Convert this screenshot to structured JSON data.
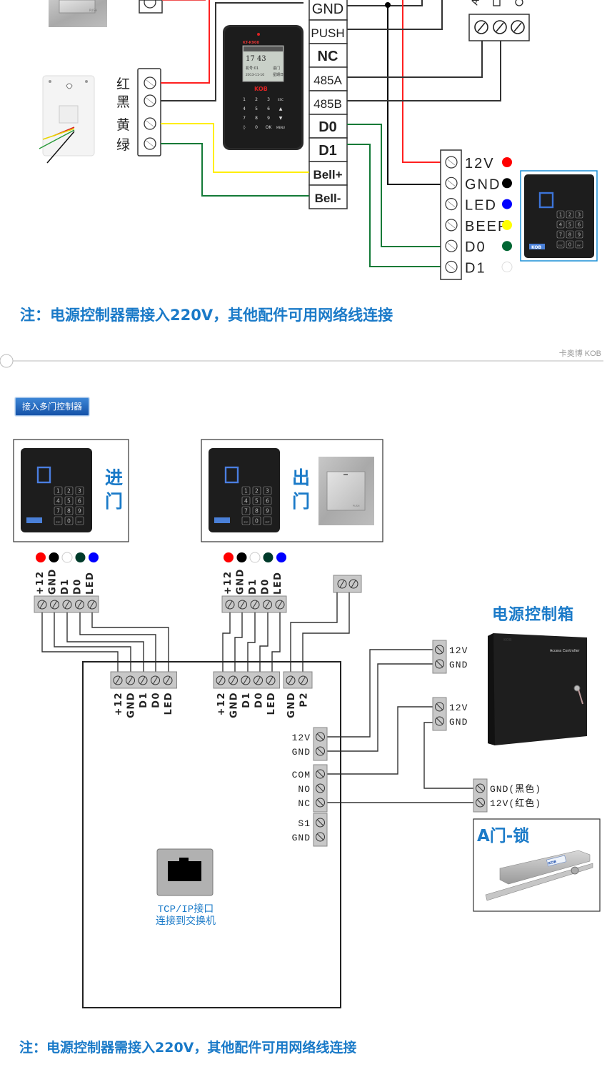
{
  "top_diagram": {
    "doorbell_wire_labels": [
      "红",
      "黑",
      "黄",
      "绿"
    ],
    "controller_terminals": [
      "GND",
      "PUSH",
      "NC",
      "485A",
      "485B",
      "D0",
      "D1",
      "Bell+",
      "Bell-"
    ],
    "rs485_labels": [
      "A",
      "B",
      "G"
    ],
    "reader_terminals": [
      {
        "label": "12V",
        "color": "#ff0000"
      },
      {
        "label": "GND",
        "color": "#000000"
      },
      {
        "label": "LED",
        "color": "#0000ff"
      },
      {
        "label": "BEEP",
        "color": "#ffff00"
      },
      {
        "label": "D0",
        "color": "#006633"
      },
      {
        "label": "D1",
        "color": "#ffffff"
      }
    ],
    "keypad_device": {
      "brand": "KOB",
      "model": "KT-K908",
      "time": "17 43",
      "line1": "机号:01",
      "line1b": "进门",
      "line2": "2013-11-10",
      "line2b": "星期日"
    },
    "reader_keys": [
      "1",
      "2",
      "3",
      "4",
      "5",
      "6",
      "7",
      "8",
      "9",
      "ESC",
      "0",
      "ENT"
    ],
    "reader_brand": "KOB"
  },
  "note_top": "注：电源控制器需接入220V，其他配件可用网络线连接",
  "brand_tag": "卡奥博 KOB",
  "section_button": "接入多门控制器",
  "bottom_diagram": {
    "entry_label": "进\n门",
    "entry_label_chars": [
      "进",
      "门"
    ],
    "exit_label_chars": [
      "出",
      "门"
    ],
    "exit_button_text": "PUSH",
    "wire_dots": [
      "#ff0000",
      "#000000",
      "#ffffff",
      "#003a2a",
      "#0000ff"
    ],
    "reader_terminal_labels": [
      "+12",
      "GND",
      "D1",
      "D0",
      "LED"
    ],
    "controller_reader_labels": [
      "+12",
      "GND",
      "D1",
      "D0",
      "LED"
    ],
    "controller_button_labels": [
      "GND",
      "P2"
    ],
    "controller_power_labels": [
      "12V",
      "GND"
    ],
    "controller_relay_labels": [
      "COM",
      "NO",
      "NC"
    ],
    "controller_sensor_labels": [
      "S1",
      "GND"
    ],
    "tcp_label_1": "TCP/IP接口",
    "tcp_label_2": "连接到交换机",
    "power_box_title": "电源控制箱",
    "power_box_text": "Access Controller",
    "power_box_brand": "KOB",
    "psu_out1": [
      "12V",
      "GND"
    ],
    "psu_out2": [
      "12V",
      "GND"
    ],
    "lock_terminals": [
      "GND(黑色)",
      "12V(红色)"
    ],
    "lock_title": "A门-锁",
    "lock_brand": "KOB"
  },
  "note_bottom": "注：电源控制器需接入220V，其他配件可用网络线连接"
}
